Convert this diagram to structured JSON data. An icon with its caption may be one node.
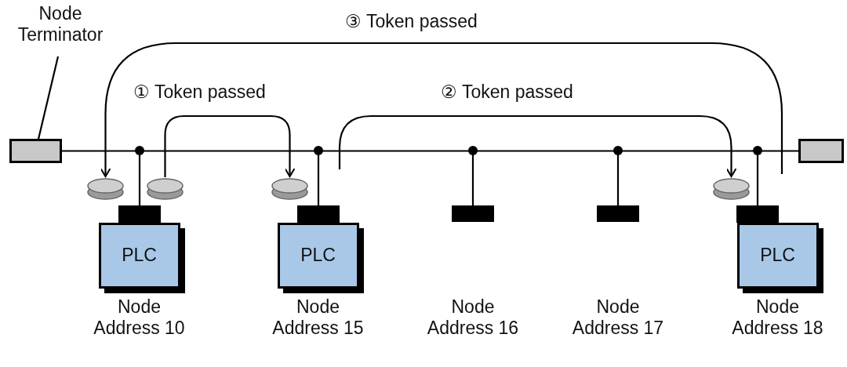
{
  "diagram": {
    "nodes": [
      {
        "text": [
          "Node Terminator"
        ]
      },
      {
        "text": [],
        "shape": "box"
      },
      {
        "text": [],
        "shape": "box"
      },
      {
        "text": [],
        "shape": "bar"
      },
      {
        "text": [],
        "shape": "bar"
      },
      {
        "text": [],
        "shape": "bar"
      },
      {
        "text": [],
        "shape": "bar"
      },
      {
        "text": [],
        "shape": "bar"
      },
      {
        "text": [
          "PLC"
        ],
        "beside": [
          "Node Address 10"
        ]
      },
      {
        "text": [
          "PLC"
        ],
        "beside": [
          "Node Address 15"
        ]
      },
      {
        "text": [
          "PLC"
        ],
        "beside": [
          "Node Address 18"
        ]
      },
      {
        "text": [],
        "shape": "cylinder"
      },
      {
        "text": [],
        "shape": "cylinder"
      },
      {
        "text": [],
        "shape": "cylinder"
      },
      {
        "text": [],
        "shape": "cylinder"
      }
    ],
    "edges": [
      {
        "from": 0,
        "to": 1,
        "arrow": "none"
      },
      {
        "from": 1,
        "to": 2,
        "arrow": "none"
      },
      {
        "from": 12,
        "to": 13,
        "arrow": "to",
        "label": "① Token passed"
      },
      {
        "from": null,
        "to": 14,
        "arrow": "to",
        "label": "② Token passed"
      },
      {
        "from": null,
        "to": 11,
        "arrow": "to",
        "label": "③ Token passed"
      },
      {
        "from": null,
        "to": 3,
        "arrow": "other"
      },
      {
        "from": null,
        "to": 4,
        "arrow": "other"
      },
      {
        "from": null,
        "to": 5,
        "arrow": "other"
      },
      {
        "from": null,
        "to": 6,
        "arrow": "other"
      },
      {
        "from": null,
        "to": 7,
        "arrow": "other"
      }
    ],
    "labels": [
      "Node Address 16",
      "Node Address 17"
    ]
  }
}
